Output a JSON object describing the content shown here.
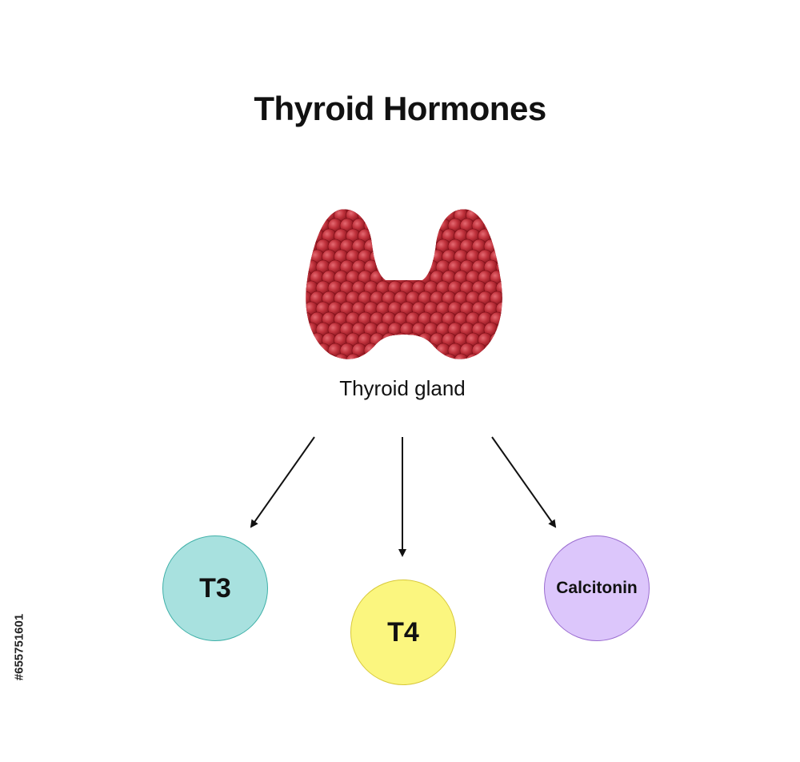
{
  "title": "Thyroid Hormones",
  "gland": {
    "label": "Thyroid gland",
    "icon": "thyroid-gland-icon",
    "color": "#b8212d"
  },
  "hormones": [
    {
      "label": "T3",
      "fill": "#a8e1df",
      "stroke": "#3fb0a8"
    },
    {
      "label": "T4",
      "fill": "#fbf67f",
      "stroke": "#d8c93a"
    },
    {
      "label": "Calcitonin",
      "fill": "#dcc6fb",
      "stroke": "#9a6cd0"
    }
  ],
  "side_text": "#655751601"
}
